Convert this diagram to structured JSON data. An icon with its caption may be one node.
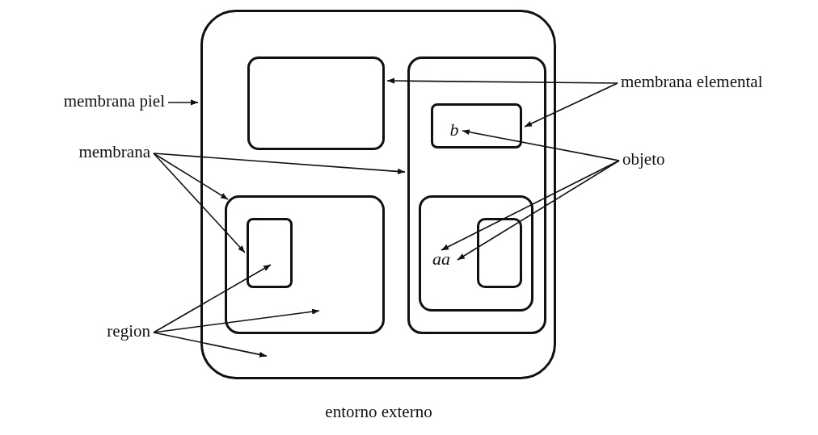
{
  "diagram": {
    "nodes": [
      {
        "text": [],
        "shape": "box"
      },
      {
        "text": [],
        "shape": "box",
        "in": 0
      },
      {
        "text": [],
        "shape": "box",
        "in": 0
      },
      {
        "text": [],
        "shape": "box",
        "in": 2
      },
      {
        "text": [],
        "shape": "box",
        "in": 0
      },
      {
        "text": [],
        "shape": "box",
        "in": 4
      },
      {
        "text": [],
        "shape": "box",
        "in": 2
      },
      {
        "text": [],
        "shape": "box",
        "in": 6
      },
      {
        "text": [
          "b"
        ],
        "in": 3
      },
      {
        "text": [
          "aa"
        ],
        "in": 6
      },
      {
        "text": [
          "membrana piel"
        ]
      },
      {
        "text": [
          "membrana elemental"
        ]
      },
      {
        "text": [
          "membrana"
        ]
      },
      {
        "text": [
          "objeto"
        ]
      },
      {
        "text": [
          "region"
        ]
      }
    ],
    "edges": [
      {
        "from": 10,
        "to": 0,
        "arrow": "to"
      },
      {
        "from": 11,
        "to": 1,
        "arrow": "to"
      },
      {
        "from": 11,
        "to": 3,
        "arrow": "to"
      },
      {
        "from": 12,
        "to": 2,
        "arrow": "to"
      },
      {
        "from": 12,
        "to": 4,
        "arrow": "to"
      },
      {
        "from": 12,
        "to": 5,
        "arrow": "to"
      },
      {
        "from": 13,
        "to": 8,
        "arrow": "to"
      },
      {
        "from": 13,
        "to": 9,
        "arrow": "to"
      },
      {
        "from": 13,
        "to": 9,
        "arrow": "to"
      },
      {
        "from": 14,
        "to": 5,
        "arrow": "to"
      },
      {
        "from": 14,
        "to": 4,
        "arrow": "to"
      },
      {
        "from": 14,
        "to": 0,
        "arrow": "to"
      }
    ],
    "labels": [
      "entorno externo"
    ]
  }
}
